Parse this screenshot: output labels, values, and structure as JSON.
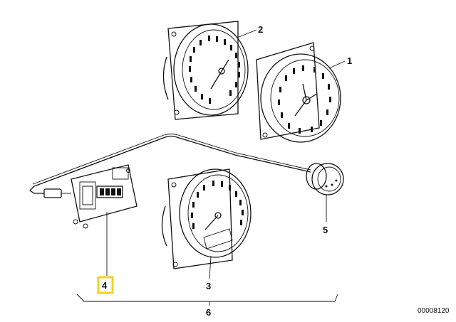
{
  "callouts": {
    "c1": "1",
    "c2": "2",
    "c3": "3",
    "c4": "4",
    "c5": "5",
    "c6": "6"
  },
  "highlight_color": "#f2d21e",
  "reference_number": "00008120"
}
